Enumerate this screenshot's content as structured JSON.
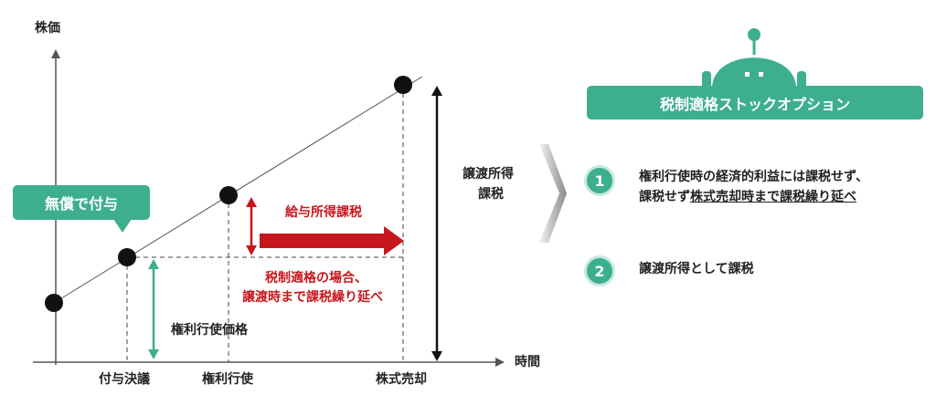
{
  "axis": {
    "y_label": "株価",
    "x_label": "時間"
  },
  "x_ticks": [
    "付与決議",
    "権利行使",
    "株式売却"
  ],
  "callout": {
    "text": "無償で付与"
  },
  "annotations": {
    "strike_price": "権利行使価格",
    "salary_income_tax": "給与所得課税",
    "deferral_line1": "税制適格の場合、",
    "deferral_line2": "譲渡時まで課税繰り延べ",
    "capital_gains_line1": "譲渡所得",
    "capital_gains_line2": "課税"
  },
  "panel": {
    "title": "税制適格ストックオプション",
    "items": [
      {
        "number": "1",
        "line1": "権利行使時の経済的利益には課税せず、",
        "line2_plain": "課税せず",
        "line2_underlined": "株式売却時まで課税繰り延べ"
      },
      {
        "number": "2",
        "line1": "譲渡所得として課税"
      }
    ]
  },
  "colors": {
    "accent_green": "#3daf8f",
    "accent_red": "#c8161d",
    "axis": "#555555",
    "dark": "#111111"
  }
}
